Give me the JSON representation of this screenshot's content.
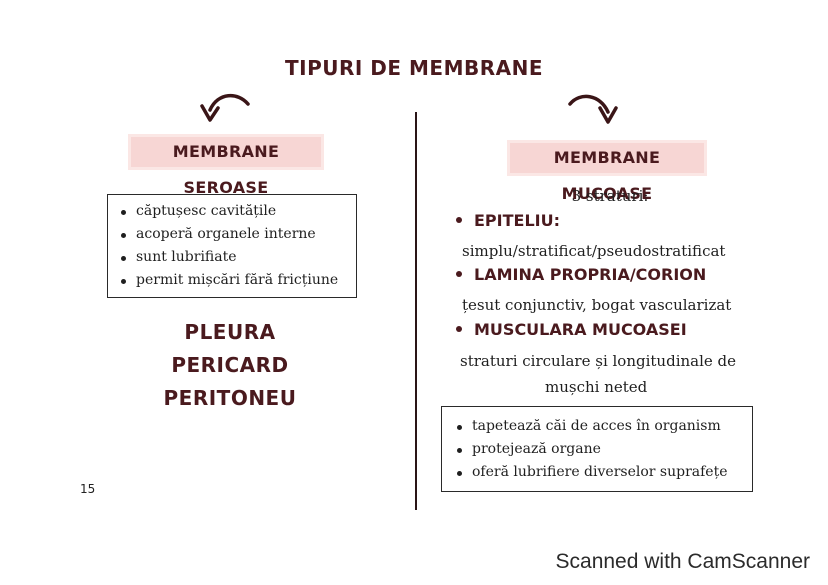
{
  "title": "TIPURI DE MEMBRANE",
  "left": {
    "heading": "MEMBRANE SEROASE",
    "features": [
      "căptușesc cavitățile",
      "acoperă organele interne",
      "sunt lubrifiate",
      "permit mișcări fără fricțiune"
    ],
    "organs": [
      "PLEURA",
      "PERICARD",
      "PERITONEU"
    ]
  },
  "right": {
    "heading": "MEMBRANE MUCOASE",
    "layers_intro": "3 straturi:",
    "layers": [
      {
        "name": "EPITELIU:",
        "description": "simplu/stratificat/pseudostratificat"
      },
      {
        "name": "LAMINA PROPRIA/CORION",
        "description": "țesut conjunctiv, bogat vascularizat"
      },
      {
        "name": "MUSCULARA MUCOASEI",
        "description": "straturi circulare și longitudinale de",
        "description_2": "mușchi neted"
      }
    ],
    "functions": [
      "tapetează căi de acces în organism",
      "protejează organe",
      "oferă lubrifiere diverselor suprafețe"
    ]
  },
  "page_number": "15",
  "watermark": "Scanned with CamScanner",
  "colors": {
    "accent": "#4a1a1e",
    "banner": "#f7d6d4"
  }
}
